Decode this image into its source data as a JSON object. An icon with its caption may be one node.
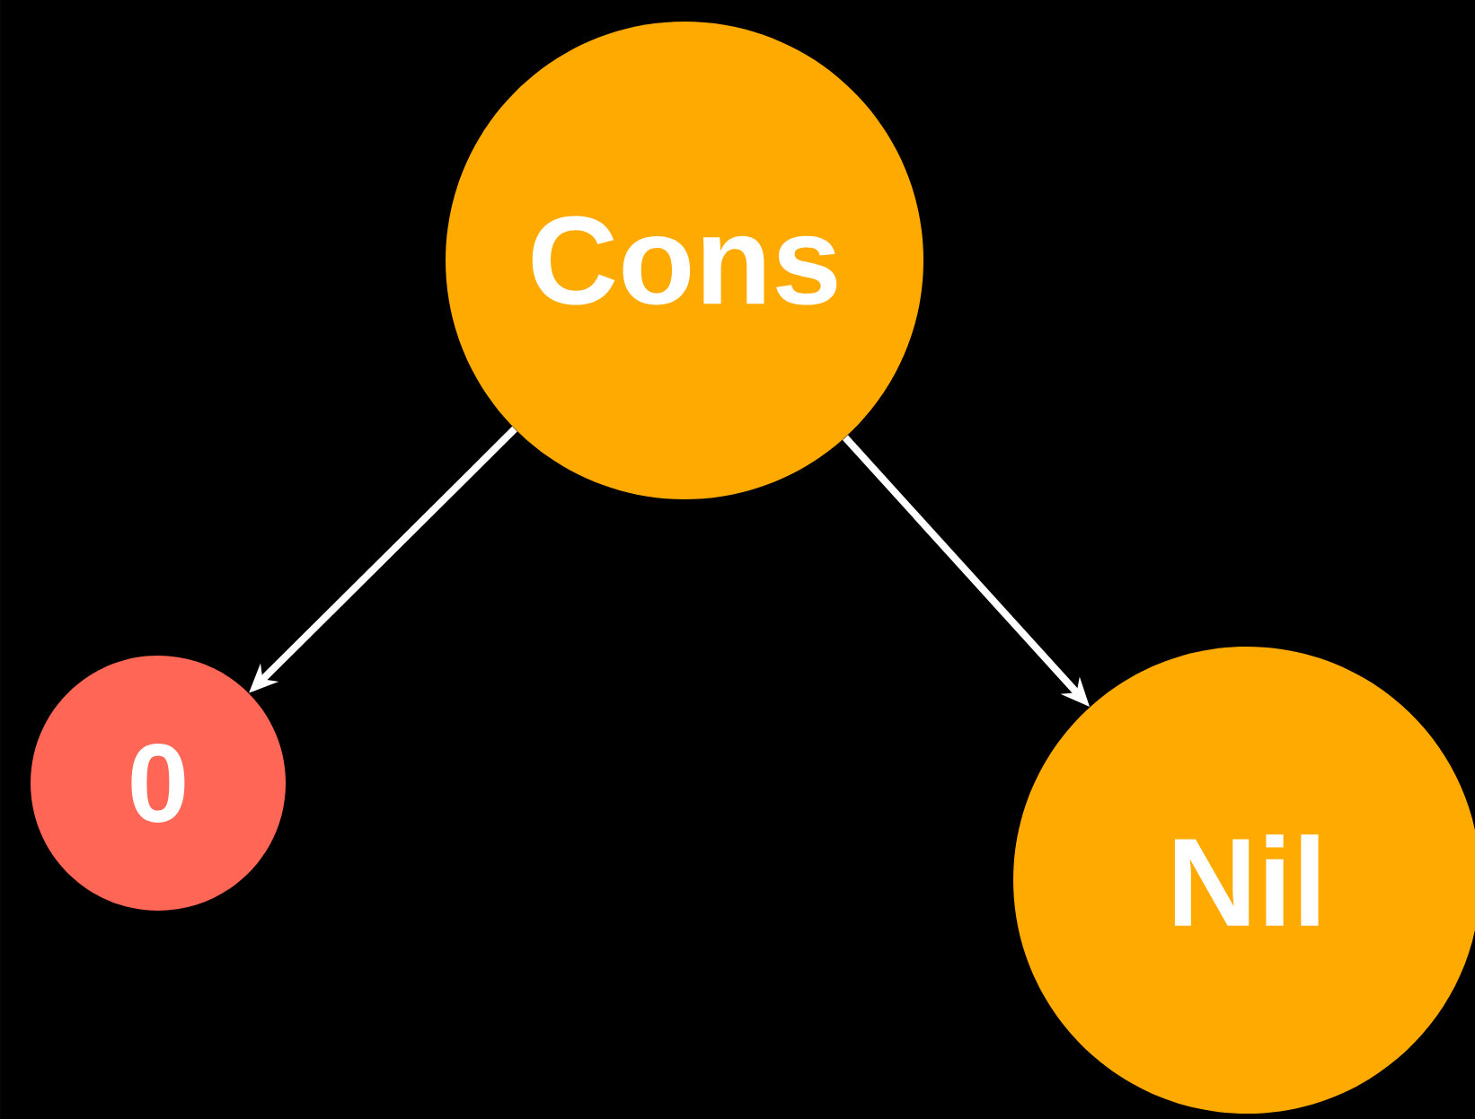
{
  "diagram": {
    "nodes": [
      {
        "text": [
          "Cons"
        ]
      },
      {
        "text": [
          "0"
        ]
      },
      {
        "text": [
          "Nil"
        ]
      }
    ],
    "edges": [
      {
        "from": 0,
        "to": 1,
        "arrow": "to"
      },
      {
        "from": 0,
        "to": 2,
        "arrow": "to"
      }
    ]
  }
}
